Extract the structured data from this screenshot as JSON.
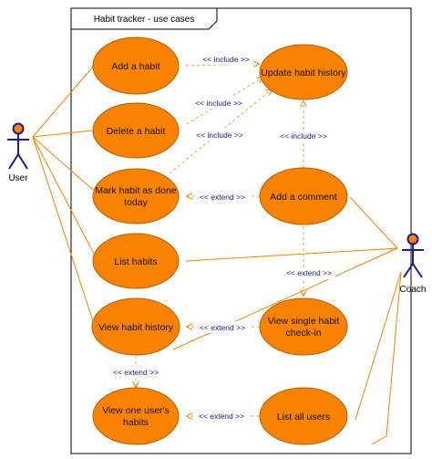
{
  "system": {
    "title": "Habit tracker - use cases"
  },
  "actors": {
    "user": {
      "label": "User"
    },
    "coach": {
      "label": "Coach"
    }
  },
  "use_cases": {
    "add_habit": [
      "Add a habit"
    ],
    "update_history": [
      "Update habit history"
    ],
    "delete_habit": [
      "Delete a habit"
    ],
    "mark_done": [
      "Mark habit as done",
      "today"
    ],
    "add_comment": [
      "Add a comment"
    ],
    "list_habits": [
      "List habits"
    ],
    "view_history": [
      "View habit history"
    ],
    "view_single": [
      "View single habit",
      "check-in"
    ],
    "view_one_user": [
      "View one user's",
      "habits"
    ],
    "list_users": [
      "List all users"
    ]
  },
  "relations": {
    "include_add": "<< include >>",
    "include_delete": "<< include >>",
    "include_mark": "<< include >>",
    "include_comment": "<< include >>",
    "extend_comment_mark": "<< extend >>",
    "extend_single_comment": "<< extend >>",
    "extend_single_history": "<< extend >>",
    "extend_oneuser_history": "<< extend >>",
    "extend_listusers_oneuser": "<< extend >>"
  },
  "colors": {
    "use_case_fill": "#f98200",
    "actor": "#1a1a9a",
    "actor_head": "#f98200",
    "line": "#f98200",
    "label": "#1a1a90"
  }
}
